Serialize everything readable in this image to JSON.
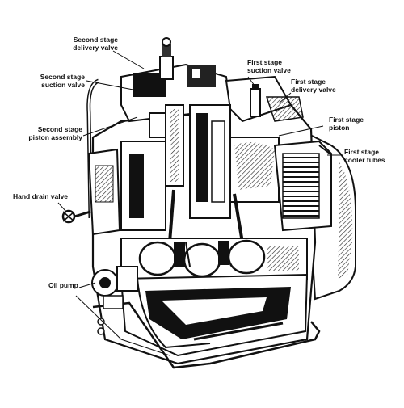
{
  "diagram": {
    "labels": {
      "second_stage_delivery_valve": "Second stage\ndelivery valve",
      "second_stage_suction_valve": "Second stage\nsuction valve",
      "second_stage_piston_assembly": "Second stage\npiston assembly",
      "hand_drain_valve": "Hand drain valve",
      "oil_pump": "Oil pump",
      "first_stage_suction_valve": "First stage\nsuction valve",
      "first_stage_delivery_valve": "First stage\ndelivery valve",
      "first_stage_piston": "First stage\npiston",
      "first_stage_cooler_tubes": "First stage\ncooler tubes"
    }
  }
}
